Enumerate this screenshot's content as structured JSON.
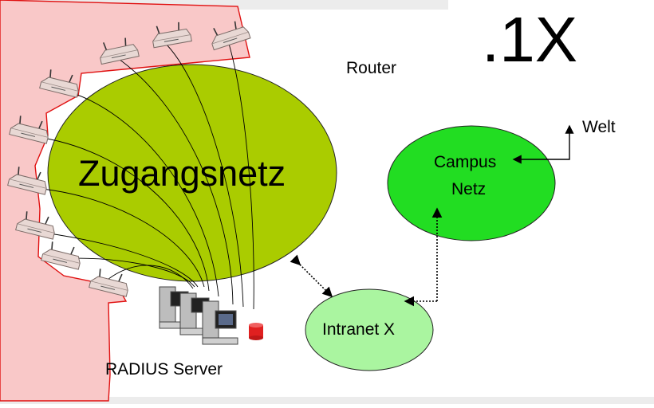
{
  "title": ".1X",
  "labels": {
    "router": "Router",
    "access_net": "Zugangsnetz",
    "campus_net_line1": "Campus",
    "campus_net_line2": "Netz",
    "world": "Welt",
    "intranet": "Intranet X",
    "radius": "RADIUS Server"
  },
  "colors": {
    "access_net_fill": "#aacc00",
    "campus_fill": "#22dd22",
    "intranet_fill": "#aaf5a0",
    "coverage_fill": "#f9c8c8",
    "coverage_border": "#e01010",
    "database": "#e02020"
  },
  "icons": {
    "access_point": "wireless-access-point-icon",
    "server": "server-computer-icon",
    "database": "database-cylinder-icon"
  }
}
